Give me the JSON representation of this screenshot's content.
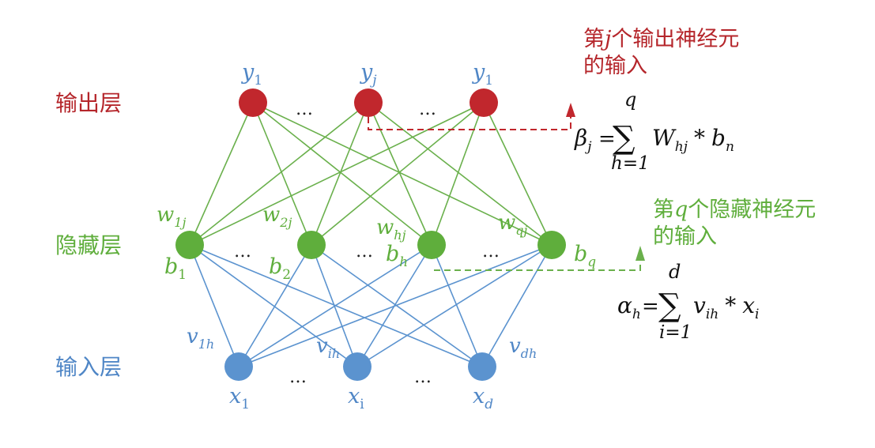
{
  "colors": {
    "output": "#c1272d",
    "hidden": "#5fae3c",
    "input": "#5b93cf",
    "output_label": "#b5262b",
    "hidden_label": "#5fae3c",
    "input_label": "#4f86c6",
    "hidden_edge": "#6ab04c",
    "input_edge": "#5b93cf"
  },
  "layers": {
    "output": "输出层",
    "hidden": "隐藏层",
    "input": "输入层"
  },
  "nodes": {
    "output": [
      {
        "base": "y",
        "sub": "1"
      },
      {
        "base": "y",
        "sub": "j"
      },
      {
        "base": "y",
        "sub": "1"
      }
    ],
    "hidden": [
      {
        "base": "b",
        "sub": "1"
      },
      {
        "base": "b",
        "sub": "2"
      },
      {
        "base": "b",
        "sub": "h"
      },
      {
        "base": "b",
        "sub": "q"
      }
    ],
    "input": [
      {
        "base": "x",
        "sub": "1"
      },
      {
        "base": "x",
        "sub": "i"
      },
      {
        "base": "x",
        "sub": "d"
      }
    ]
  },
  "weights_hidden": [
    {
      "base": "w",
      "sub": "1j"
    },
    {
      "base": "w",
      "sub": "2j"
    },
    {
      "base": "w",
      "sub": "hj"
    },
    {
      "base": "w",
      "sub": "qj"
    }
  ],
  "weights_input": [
    {
      "base": "v",
      "sub": "1h"
    },
    {
      "base": "v",
      "sub": "ih"
    },
    {
      "base": "v",
      "sub": "dh"
    }
  ],
  "ellipsis": "…",
  "annotations": {
    "output_prefix": "第",
    "output_var": "j",
    "output_suffix": "个输出神经元",
    "output_line2": "的输入",
    "hidden_prefix": "第",
    "hidden_var": "q",
    "hidden_suffix": "个隐藏神经元",
    "hidden_line2": "的输入"
  },
  "formula_output": {
    "lhs_base": "β",
    "lhs_sub": "j",
    "eq": "=",
    "sum": "∑",
    "upper": "q",
    "lower": "h=1",
    "term1_base": "W",
    "term1_sub": "hj",
    "times": "*",
    "term2_base": "b",
    "term2_sub": "n"
  },
  "formula_hidden": {
    "lhs_base": "α",
    "lhs_sub": "h",
    "eq": "=",
    "sum": "∑",
    "upper": "d",
    "lower": "i=1",
    "term1_base": "v",
    "term1_sub": "ih",
    "times": "*",
    "term2_base": "x",
    "term2_sub": "i"
  }
}
